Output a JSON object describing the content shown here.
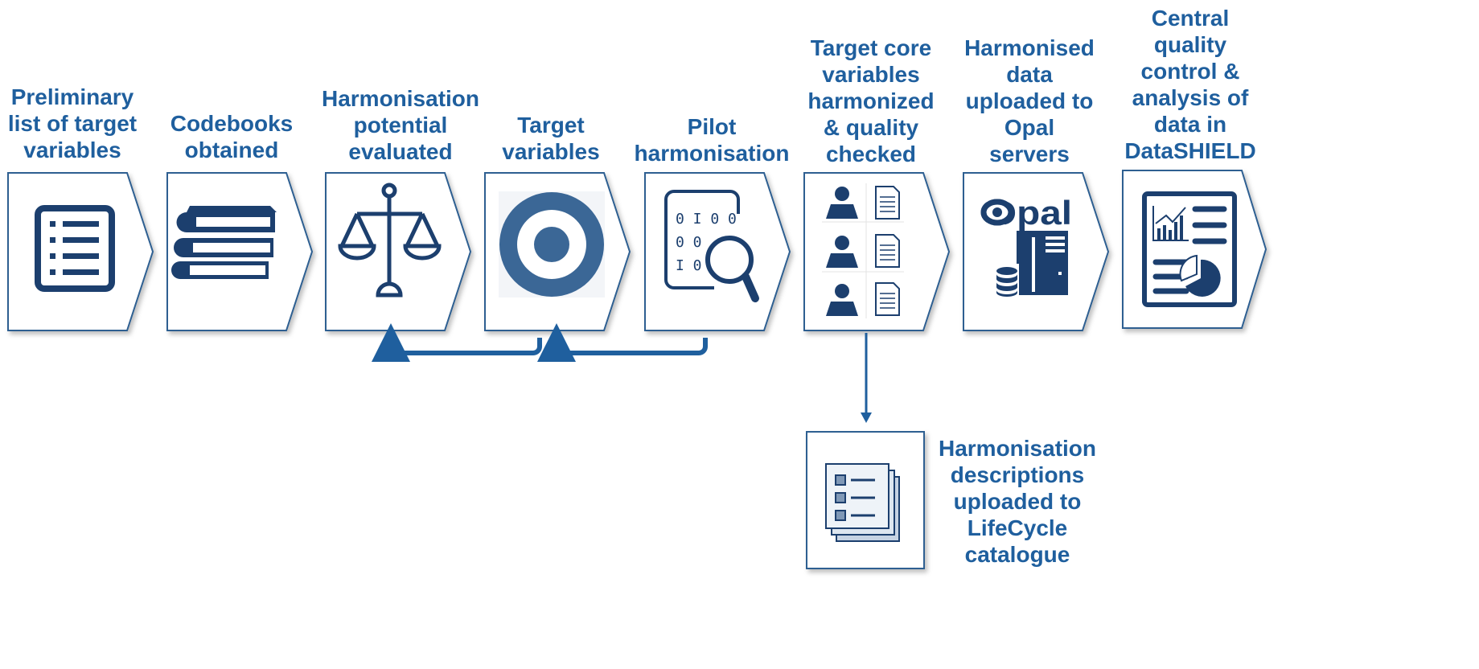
{
  "steps": [
    {
      "label": "Preliminary\nlist of target\nvariables",
      "icon": "checklist-icon"
    },
    {
      "label": "Codebooks\nobtained",
      "icon": "books-icon"
    },
    {
      "label": "Harmonisation\npotential\nevaluated",
      "icon": "scale-icon"
    },
    {
      "label": "Target\nvariables",
      "icon": "target-icon"
    },
    {
      "label": "Pilot\nharmonisation",
      "icon": "binary-magnifier-icon"
    },
    {
      "label": "Target core\nvariables\nharmonized\n& quality\nchecked",
      "icon": "users-documents-icon"
    },
    {
      "label": "Harmonised\ndata\nuploaded to\nOpal\nservers",
      "icon": "opal-server-icon",
      "logo_text": "Opal"
    },
    {
      "label": "Central\nquality\ncontrol &\nanalysis of\ndata in\nDataSHIELD",
      "icon": "report-chart-icon"
    }
  ],
  "branch": {
    "label": "Harmonisation\ndescriptions\nuploaded to\nLifeCycle\ncatalogue",
    "icon": "stacked-documents-icon"
  },
  "colors": {
    "text": "#1f5f9e",
    "icon": "#1c3f6e",
    "stroke": "#2d5f91",
    "arrow": "#1f5f9e",
    "target": "#3b6796"
  }
}
